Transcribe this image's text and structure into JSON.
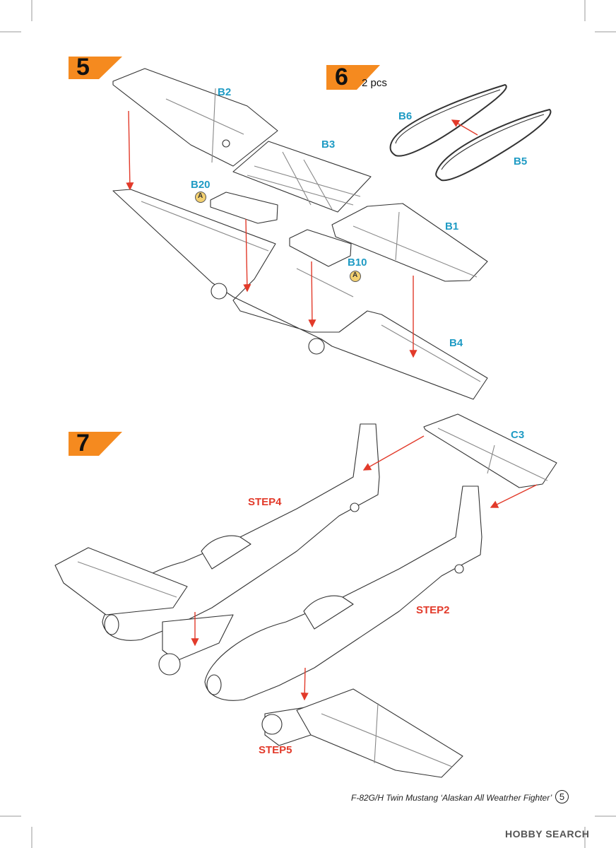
{
  "steps": [
    {
      "number": "5"
    },
    {
      "number": "6",
      "qty": "2 pcs"
    },
    {
      "number": "7"
    }
  ],
  "parts": {
    "b2": "B2",
    "b3": "B3",
    "b20": "B20",
    "b10": "B10",
    "b1": "B1",
    "b4": "B4",
    "b6": "B6",
    "b5": "B5",
    "c3": "C3",
    "badge": "A"
  },
  "sub_steps": {
    "s4": "STEP4",
    "s2": "STEP2",
    "s5": "STEP5"
  },
  "footer": {
    "title": "F-82G/H Twin Mustang ‘Alaskan All Weatrher Fighter’",
    "page": "5"
  },
  "watermark": "HOBBY SEARCH",
  "colors": {
    "accent_orange": "#f58a1f",
    "part_blue": "#1f9bc4",
    "step_red": "#e23a2a"
  }
}
